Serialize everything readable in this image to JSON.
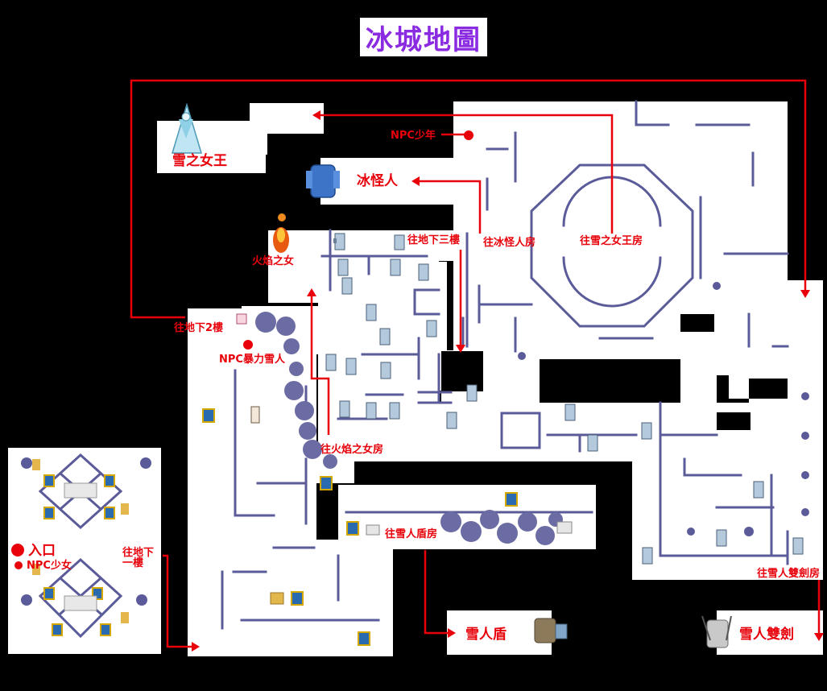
{
  "title": "冰城地圖",
  "colors": {
    "route": "#e8000a",
    "wall": "#5b5b9a",
    "floor": "#ffffff",
    "background": "#000000",
    "title": "#8a2be2",
    "rock": "#6c6ca4"
  },
  "rooms": {
    "snow_queen": "雪之女王",
    "ice_monster": "冰怪人",
    "fire_woman": "火焰之女",
    "yeti_shield": "雪人盾",
    "yeti_twin_swords": "雪人雙劍"
  },
  "routes": {
    "to_b3": "往地下三樓",
    "to_ice_monster_room": "往冰怪人房",
    "to_snow_queen_room": "往雪之女王房",
    "to_b2": "往地下2樓",
    "to_fire_woman_room": "往火焰之女房",
    "to_yeti_shield_room": "往雪人盾房",
    "to_b1_line1": "往地下",
    "to_b1_line2": "一樓",
    "to_yeti_swords_room": "往雪人雙劍房"
  },
  "npcs": {
    "boy": "NPC少年",
    "violent_yeti": "NPC暴力雪人",
    "girl": "NPC少女"
  },
  "entrance": "入口",
  "icons": [
    "ice-queen-icon",
    "ice-golem-icon",
    "fire-woman-icon",
    "yeti-shield-icon",
    "yeti-swords-icon",
    "treasure-chest-icon",
    "monster-icon"
  ]
}
